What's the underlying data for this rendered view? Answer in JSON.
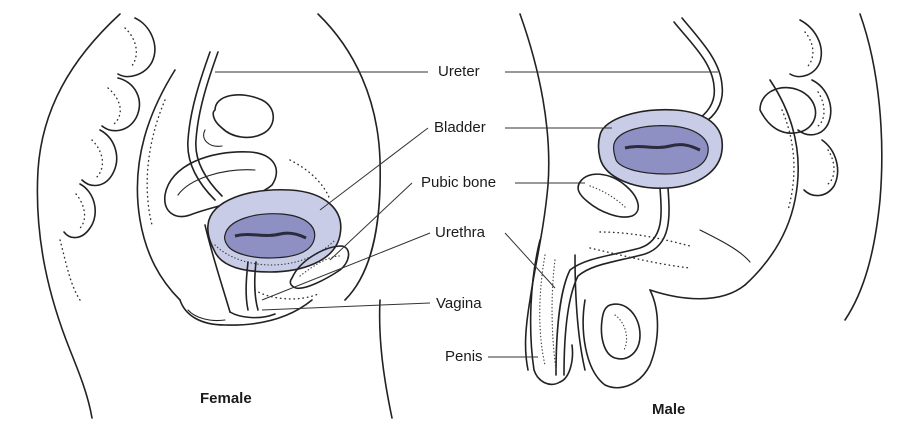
{
  "labels": {
    "ureter": "Ureter",
    "bladder": "Bladder",
    "pubic_bone": "Pubic bone",
    "urethra": "Urethra",
    "vagina": "Vagina",
    "penis": "Penis"
  },
  "captions": {
    "female": "Female",
    "male": "Male"
  },
  "colors": {
    "bladder_fill": "#c9cce6",
    "bladder_inner": "#8e90c4",
    "bladder_lumen": "#2b2b3e",
    "line": "#222222"
  }
}
